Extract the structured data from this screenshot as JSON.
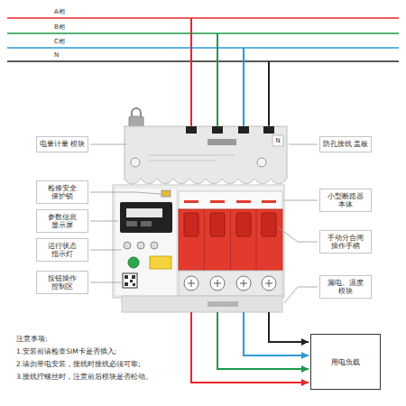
{
  "diagram": {
    "nodes": [
      {
        "text": [
          "电量计量 模块"
        ]
      },
      {
        "text": [
          "防孔接线 盖板"
        ]
      },
      {
        "text": [
          "检修安全 保护锁"
        ]
      },
      {
        "text": [
          "小型断路器 本体"
        ]
      },
      {
        "text": [
          "参数信息 显示屏"
        ]
      },
      {
        "text": [
          "运行状态 指示灯"
        ]
      },
      {
        "text": [
          "手动分合闸 操作手柄"
        ]
      },
      {
        "text": [
          "按钮操作 控制区"
        ]
      },
      {
        "text": [
          "漏电、温度 模块"
        ]
      },
      {
        "text": [
          "用电负载"
        ]
      }
    ],
    "labels": [
      "A相",
      "B相",
      "C相",
      "N",
      "N",
      "注意事项:",
      "1.安装前请检查SIM卡是否插入;",
      "2.请勿带电安装，接线时接线必须可靠;",
      "3.接线拧螺丝时，注意前后模块是否松动。"
    ]
  }
}
